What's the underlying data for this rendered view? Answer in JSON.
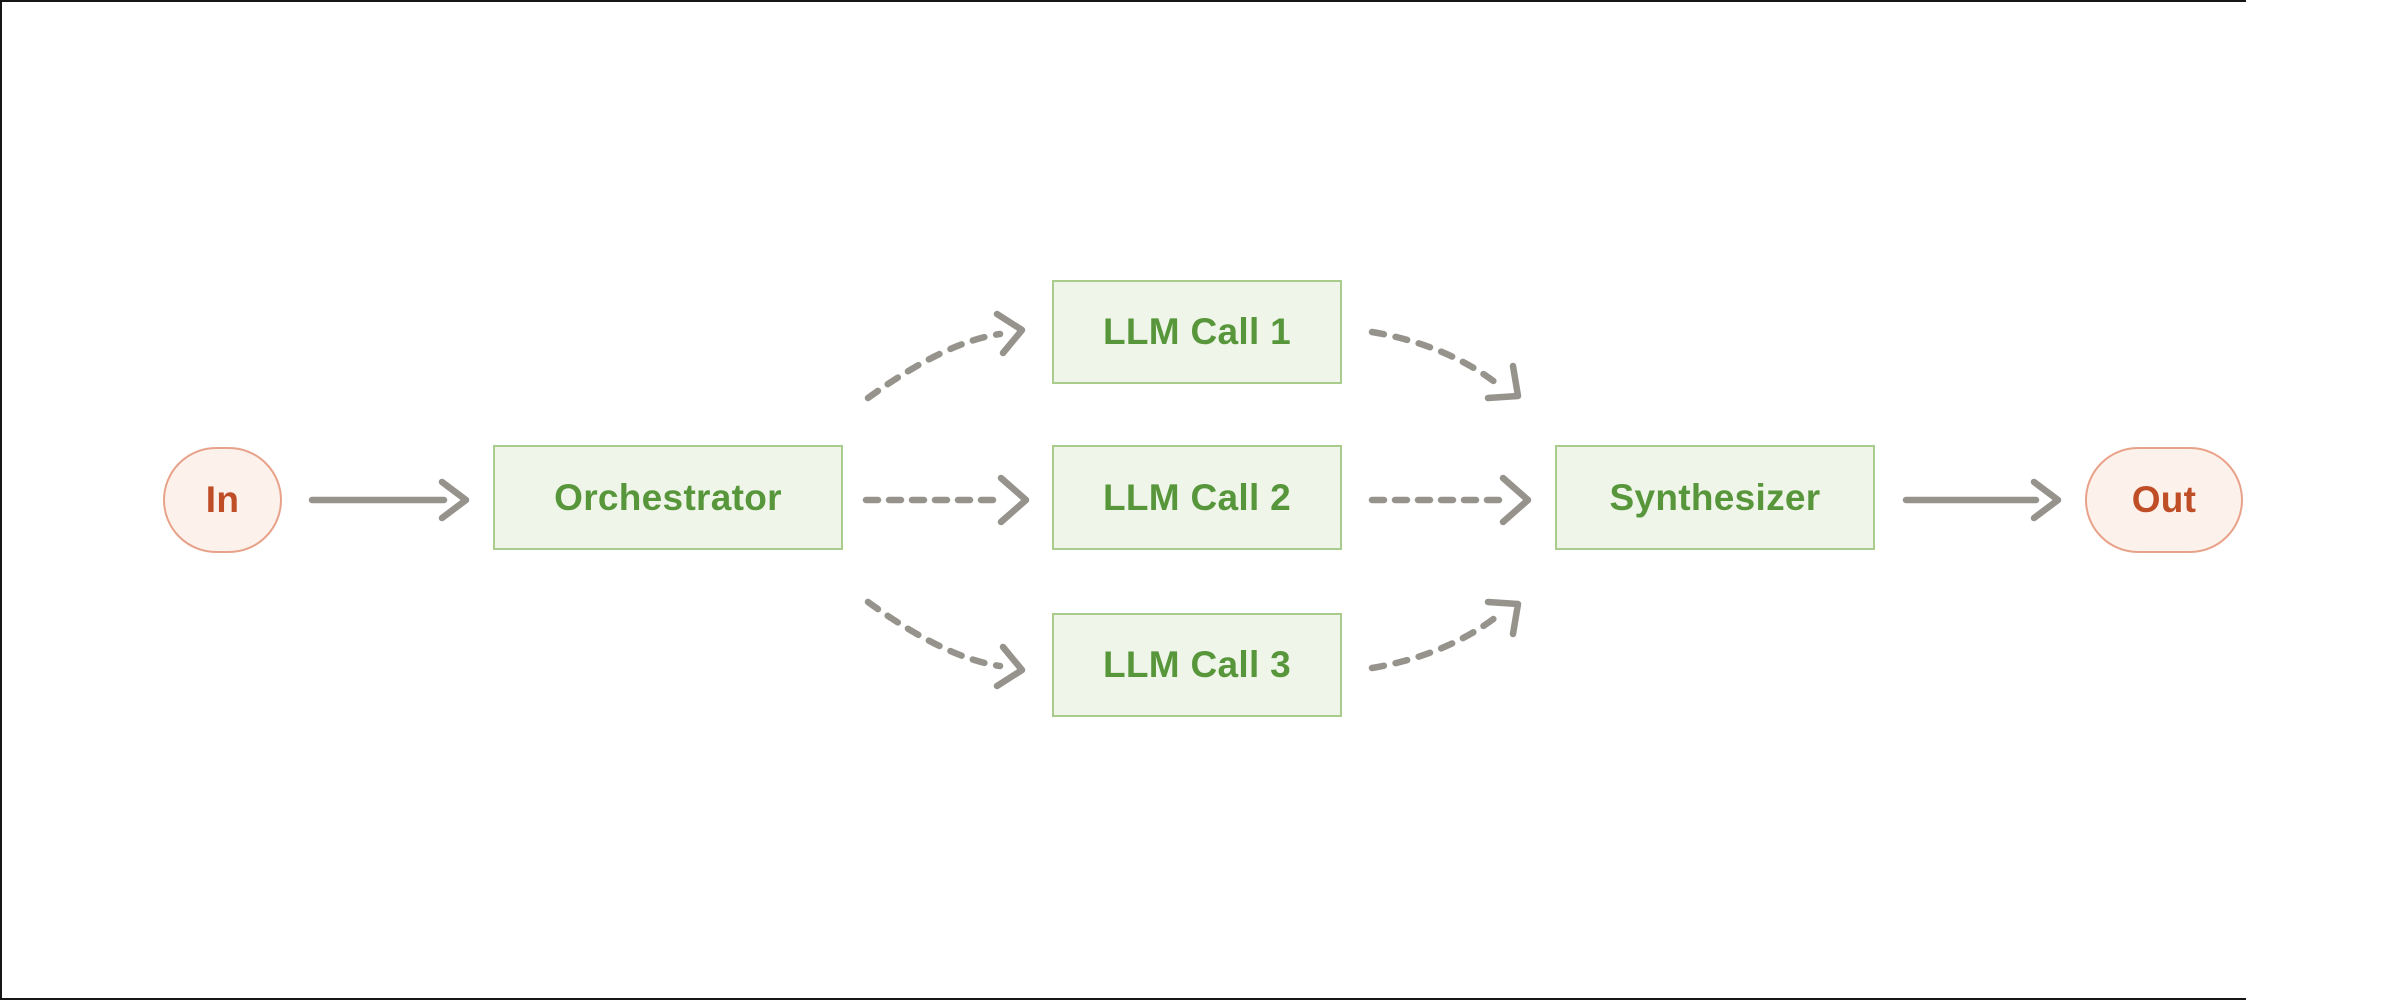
{
  "diagram": {
    "nodes": {
      "in": {
        "label": "In"
      },
      "orchestrator": {
        "label": "Orchestrator"
      },
      "llm_call_1": {
        "label": "LLM Call 1"
      },
      "llm_call_2": {
        "label": "LLM Call 2"
      },
      "llm_call_3": {
        "label": "LLM Call 3"
      },
      "synthesizer": {
        "label": "Synthesizer"
      },
      "out": {
        "label": "Out"
      }
    },
    "edges": [
      {
        "from": "In",
        "to": "Orchestrator",
        "style": "solid"
      },
      {
        "from": "Orchestrator",
        "to": "LLM Call 1",
        "style": "dashed"
      },
      {
        "from": "Orchestrator",
        "to": "LLM Call 2",
        "style": "dashed"
      },
      {
        "from": "Orchestrator",
        "to": "LLM Call 3",
        "style": "dashed"
      },
      {
        "from": "LLM Call 1",
        "to": "Synthesizer",
        "style": "dashed"
      },
      {
        "from": "LLM Call 2",
        "to": "Synthesizer",
        "style": "dashed"
      },
      {
        "from": "LLM Call 3",
        "to": "Synthesizer",
        "style": "dashed"
      },
      {
        "from": "Synthesizer",
        "to": "Out",
        "style": "solid"
      }
    ],
    "colors": {
      "background": "#ffffff",
      "frame_line": "#161616",
      "arrow": "#95938b",
      "process_fill": "#eff5e9",
      "process_border": "#a9cb8c",
      "process_text": "#57963a",
      "terminal_fill": "#fdf1ec",
      "terminal_border": "#e8a28a",
      "terminal_text": "#bf4e27"
    }
  }
}
